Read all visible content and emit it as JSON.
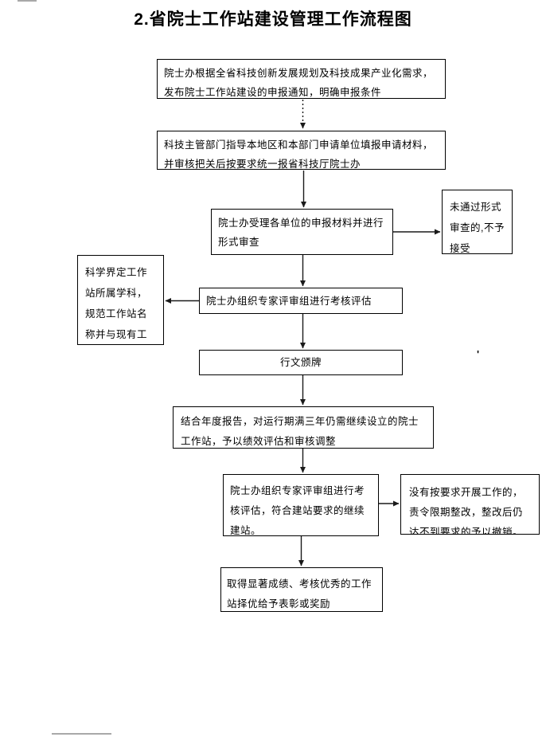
{
  "document": {
    "title": "2.省院士工作站建设管理工作流程图"
  },
  "flowchart": {
    "nodes": [
      {
        "id": "notice",
        "text": "院士办根据全省科技创新发展规划及科技成果产业化需求，发布院士工作站建设的申报通知，明确申报条件"
      },
      {
        "id": "fill-report",
        "text": "科技主管部门指导本地区和本部门申请单位填报申请材料，并审核把关后按要求统一报省科技厅院士办"
      },
      {
        "id": "formal-review",
        "text": "院士办受理各单位的申报材料并进行形式审查"
      },
      {
        "id": "reject",
        "text": "未通过形式审查的,不予接受"
      },
      {
        "id": "classify",
        "text": "科学界定工作站所属学科，规范工作站名称并与现有工作站排重"
      },
      {
        "id": "expert-evaluation",
        "text": "院士办组织专家评审组进行考核评估"
      },
      {
        "id": "issue-plaque",
        "text": "行文颁牌"
      },
      {
        "id": "annual-review",
        "text": "结合年度报告，对运行期满三年仍需继续设立的院士工作站，予以绩效评估和审核调整"
      },
      {
        "id": "assessment",
        "text": "院士办组织专家评审组进行考核评估，符合建站要求的继续建站。"
      },
      {
        "id": "rectification",
        "text": "没有按要求开展工作的，责令限期整改，整改后仍达不到要求的予以撤销。"
      },
      {
        "id": "award",
        "text": "取得显著成绩、考核优秀的工作站择优给予表彰或奖励"
      }
    ],
    "stray_mark": "'",
    "line_color": "#1a1a1a"
  }
}
